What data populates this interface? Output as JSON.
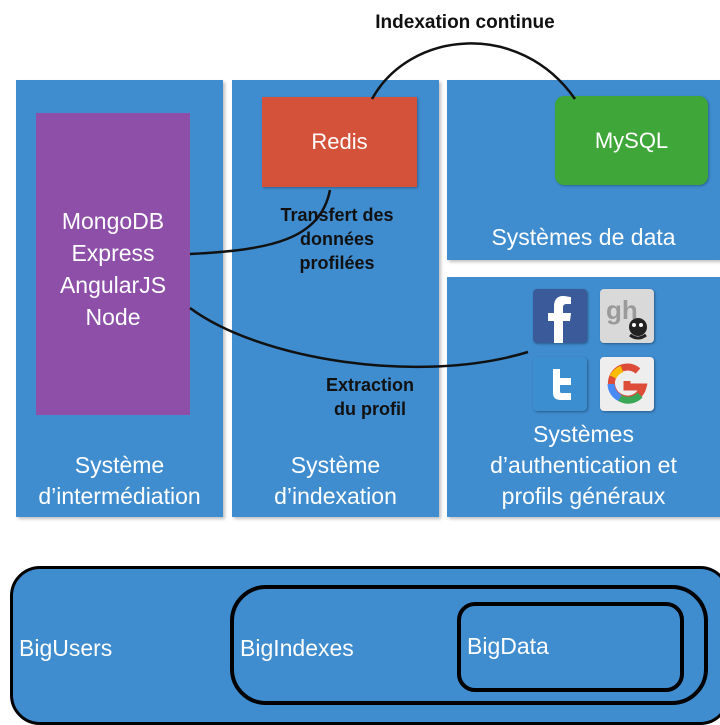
{
  "top_label": "Indexation continue",
  "panels": {
    "intermediation": {
      "line1": "Système",
      "line2": "d’intermédiation"
    },
    "indexation": {
      "line1": "Système",
      "line2": "d’indexation"
    },
    "data": {
      "label": "Systèmes de data"
    },
    "auth": {
      "line1": "Systèmes",
      "line2": "d’authentication et",
      "line3": "profils généraux"
    }
  },
  "stack": {
    "line1": "MongoDB",
    "line2": "Express",
    "line3": "AngularJS",
    "line4": "Node"
  },
  "redis": "Redis",
  "mysql": "MySQL",
  "transfer": {
    "line1": "Transfert des",
    "line2": "données",
    "line3": "profilées"
  },
  "extraction": {
    "line1": "Extraction",
    "line2": "du profil"
  },
  "bottom": {
    "bigusers": "BigUsers",
    "bigindexes": "BigIndexes",
    "bigdata": "BigData"
  },
  "logos": [
    "facebook-logo",
    "github-logo",
    "twitter-logo",
    "google-logo"
  ],
  "colors": {
    "panel": "#3f8ccf",
    "stack": "#8e4fa9",
    "redis": "#d5523a",
    "mysql": "#3fa63a"
  }
}
